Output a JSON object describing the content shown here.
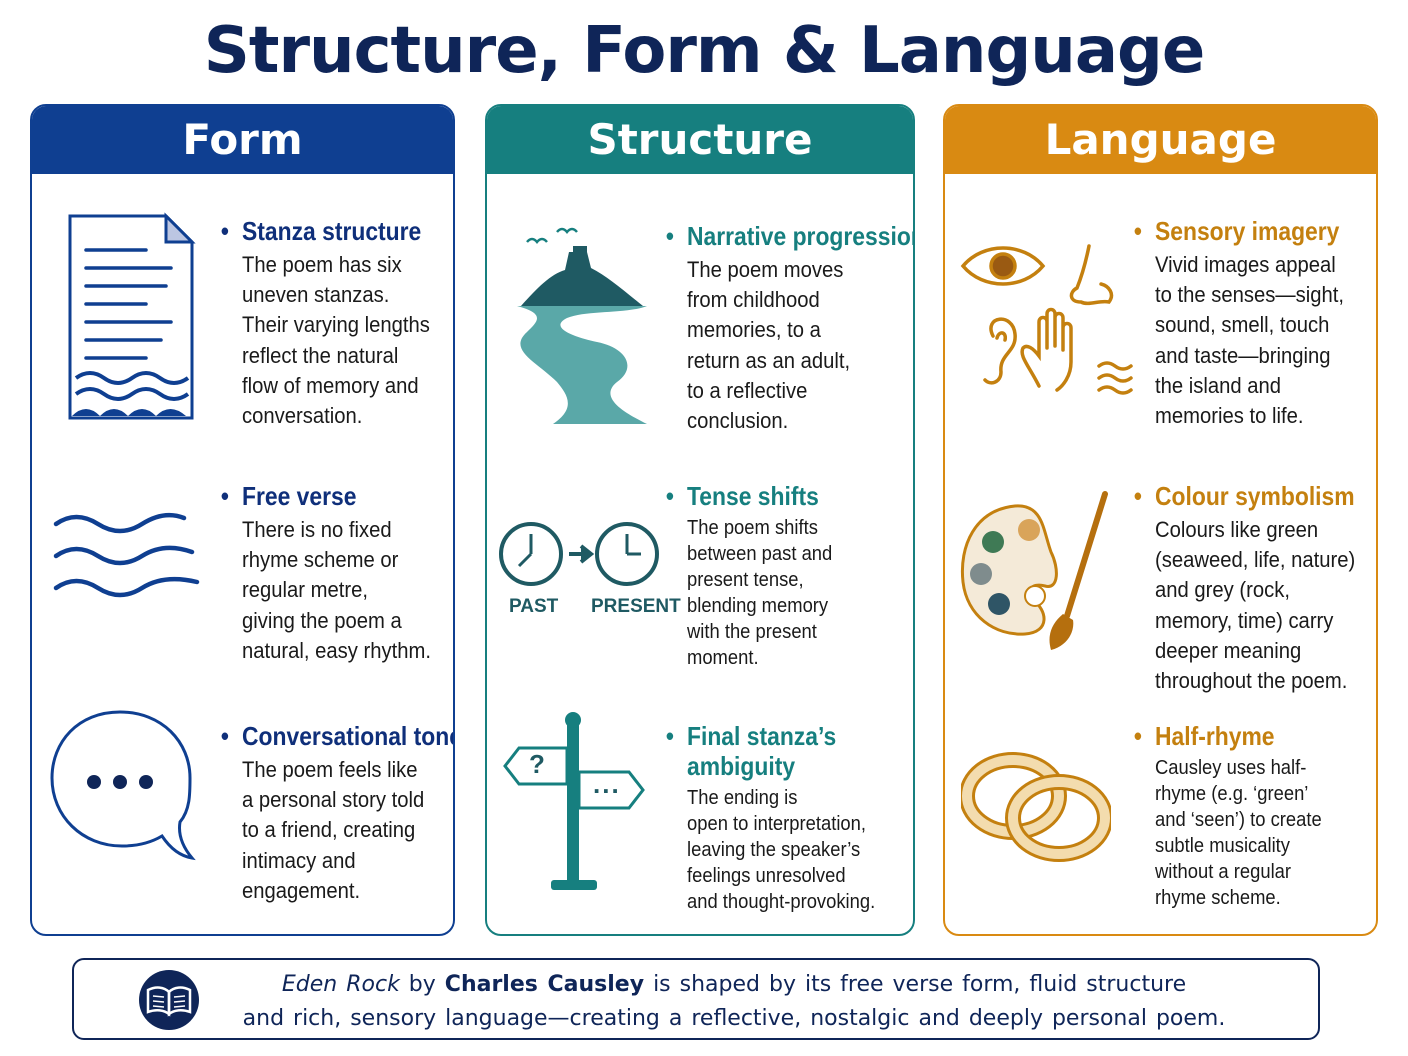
{
  "title": "Structure, Form & Language",
  "columns": {
    "form": {
      "heading": "Form",
      "items": [
        {
          "title": "Stanza structure",
          "text": "The poem has six\nuneven stanzas.\nTheir varying lengths\nreflect the natural\nflow of memory and\nconversation.",
          "icon": "document-waves-icon"
        },
        {
          "title": "Free verse",
          "text": "There is no fixed\nrhyme scheme or\nregular metre,\ngiving the poem a\nnatural, easy rhythm.",
          "icon": "waves-icon"
        },
        {
          "title": "Conversational tone",
          "text": "The poem feels like\na personal story told\nto a friend, creating\nintimacy and\nengagement.",
          "icon": "speech-bubble-icon"
        }
      ]
    },
    "structure": {
      "heading": "Structure",
      "items": [
        {
          "title": "Narrative progression",
          "text": "The poem moves\nfrom childhood\nmemories, to a\nreturn as an adult,\nto a reflective\nconclusion.",
          "icon": "island-path-icon"
        },
        {
          "title": "Tense shifts",
          "text": "The poem shifts\nbetween past and\npresent tense,\nblending memory\nwith the present\nmoment.",
          "icon": "clocks-icon",
          "label_past": "PAST",
          "label_present": "PRESENT"
        },
        {
          "title": "Final stanza’s ambiguity",
          "text": "The ending is\nopen to interpretation,\nleaving the speaker’s\nfeelings unresolved\nand thought-provoking.",
          "icon": "signpost-icon",
          "sign_question": "?",
          "sign_dots": "..."
        }
      ]
    },
    "language": {
      "heading": "Language",
      "items": [
        {
          "title": "Sensory imagery",
          "text": "Vivid images appeal\nto the senses—sight,\nsound, smell, touch\nand taste—bringing\nthe island and\nmemories to life.",
          "icon": "senses-icon"
        },
        {
          "title": "Colour symbolism",
          "text": "Colours like green\n(seaweed, life, nature)\nand grey (rock,\nmemory, time) carry\ndeeper meaning\nthroughout the poem.",
          "icon": "palette-icon"
        },
        {
          "title": "Half-rhyme",
          "text": "Causley uses half-\nrhyme (e.g. ‘green’\nand ‘seen’) to create\nsubtle musicality\nwithout a regular\nrhyme scheme.",
          "icon": "linked-rings-icon"
        }
      ]
    }
  },
  "footer": {
    "poem": "Eden Rock",
    "by": " by ",
    "author": "Charles Causley",
    "line1_rest": " is shaped by its free verse form, fluid structure",
    "line2": "and rich, sensory language—creating a reflective, nostalgic and deeply personal poem.",
    "icon": "book-icon"
  },
  "colors": {
    "form": "#0f3f91",
    "structure": "#167f7f",
    "language": "#d98a12",
    "title": "#0f2558"
  }
}
